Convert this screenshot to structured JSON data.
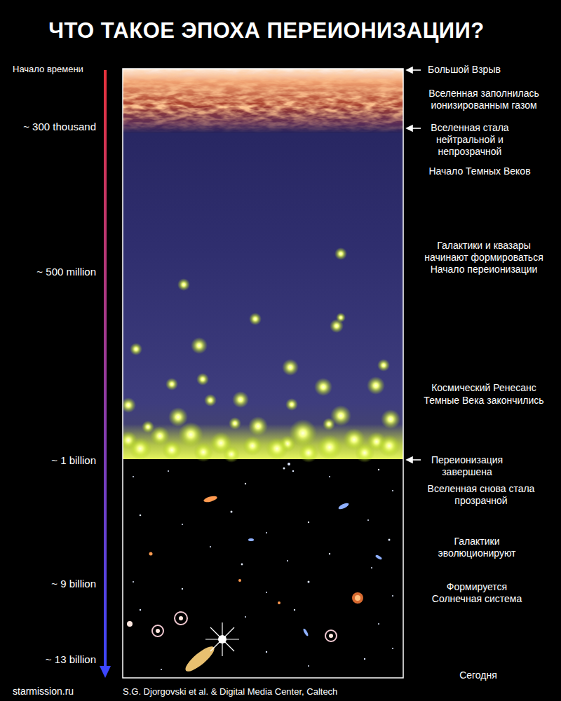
{
  "diagram": {
    "title": "ЧТО ТАКОЕ ЭПОХА ПЕРЕИОНИЗАЦИИ?",
    "labels": [
      "Начало времени",
      "~ 300 thousand",
      "~ 500 million",
      "~ 1 billion",
      "~ 9 billion",
      "~ 13 billion",
      "Большой Взрыв",
      "Вселенная заполнилась ионизированным газом",
      "Вселенная стала нейтральной и непрозрачной",
      "Начало Темных Веков",
      "Галактики и квазары начинают формироваться",
      "Начало переионизации",
      "Космический Ренесанс",
      "Темные Века закончились",
      "Переионизация завершена",
      "Вселенная снова стала прозрачной",
      "Галактики эволюционируют",
      "Формируется Солнечная система",
      "Сегодня",
      "starmission.ru",
      "S.G. Djorgovski et al. & Digital Media Center, Caltech"
    ]
  }
}
